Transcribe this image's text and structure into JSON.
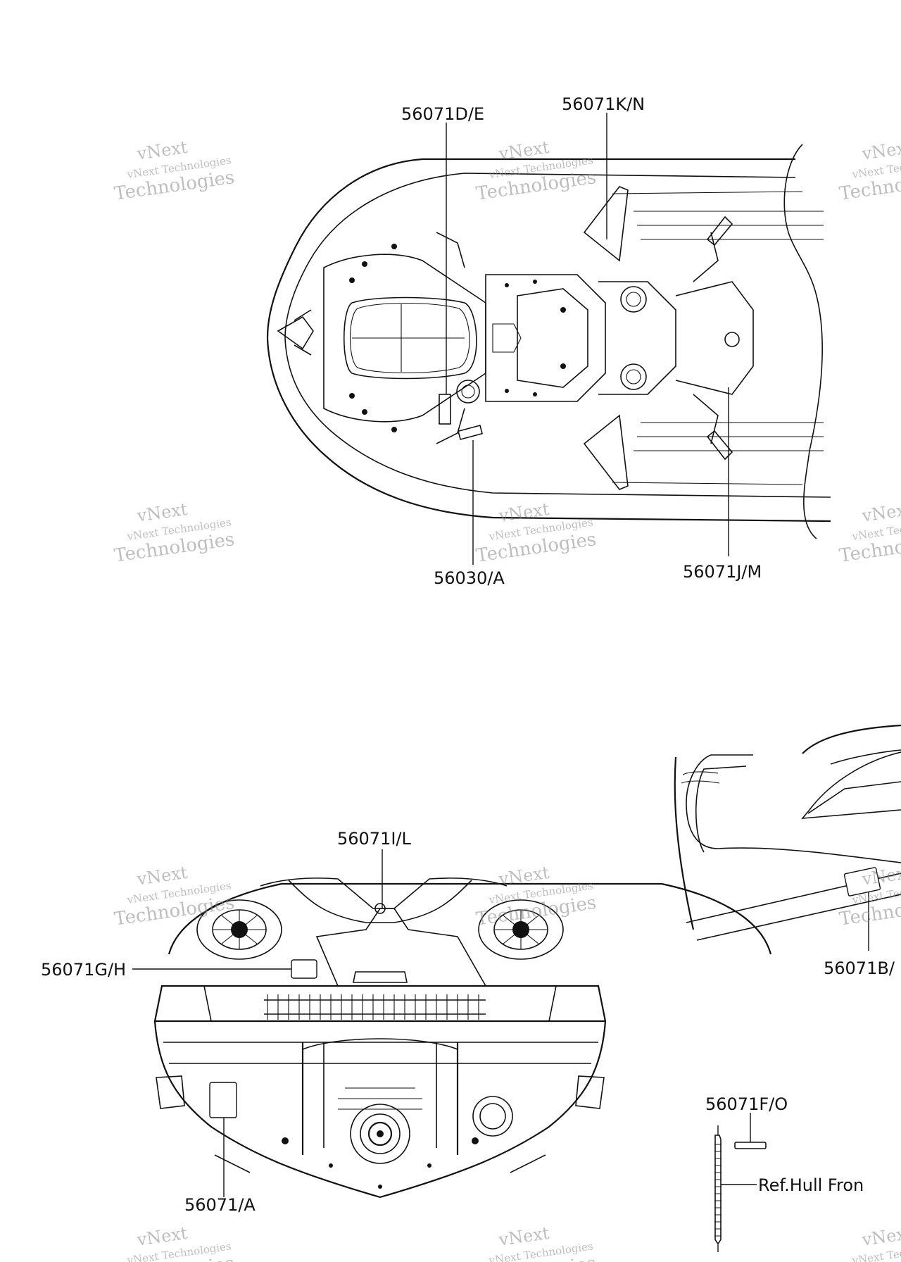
{
  "part_labels": {
    "l_56071DE": "56071D/E",
    "l_56071KN": "56071K/N",
    "l_56030A": "56030/A",
    "l_56071JM": "56071J/M",
    "l_56071IL": "56071I/L",
    "l_56071GH": "56071G/H",
    "l_56071A": "56071/A",
    "l_56071B": "56071B/",
    "l_56071FO": "56071F/O",
    "l_refhull": "Ref.Hull Fron"
  },
  "watermark": {
    "line1": "vNext",
    "line2": "vNext Technologies",
    "line3": "Technologies"
  }
}
